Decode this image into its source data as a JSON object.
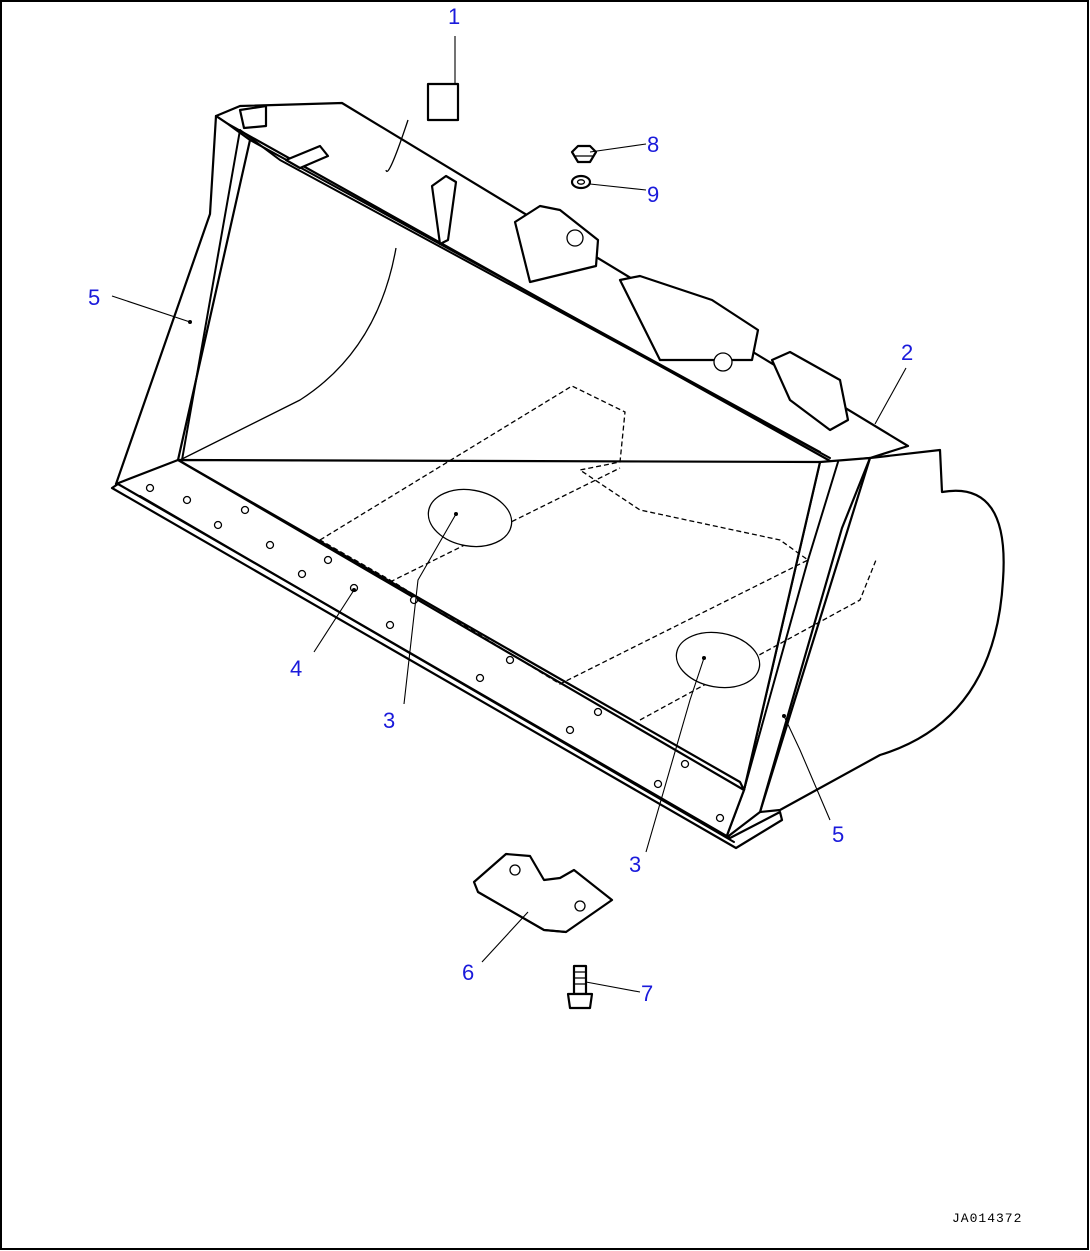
{
  "figure": {
    "callouts": [
      {
        "id": "callout-1",
        "label": "1"
      },
      {
        "id": "callout-2",
        "label": "2"
      },
      {
        "id": "callout-3a",
        "label": "3"
      },
      {
        "id": "callout-3b",
        "label": "3"
      },
      {
        "id": "callout-4",
        "label": "4"
      },
      {
        "id": "callout-5a",
        "label": "5"
      },
      {
        "id": "callout-5b",
        "label": "5"
      },
      {
        "id": "callout-6",
        "label": "6"
      },
      {
        "id": "callout-7",
        "label": "7"
      },
      {
        "id": "callout-8",
        "label": "8"
      },
      {
        "id": "callout-9",
        "label": "9"
      }
    ],
    "drawing_code": "JA014372"
  },
  "colors": {
    "callout_text": "#1a1adb",
    "line_art": "#000000",
    "background": "#ffffff"
  }
}
